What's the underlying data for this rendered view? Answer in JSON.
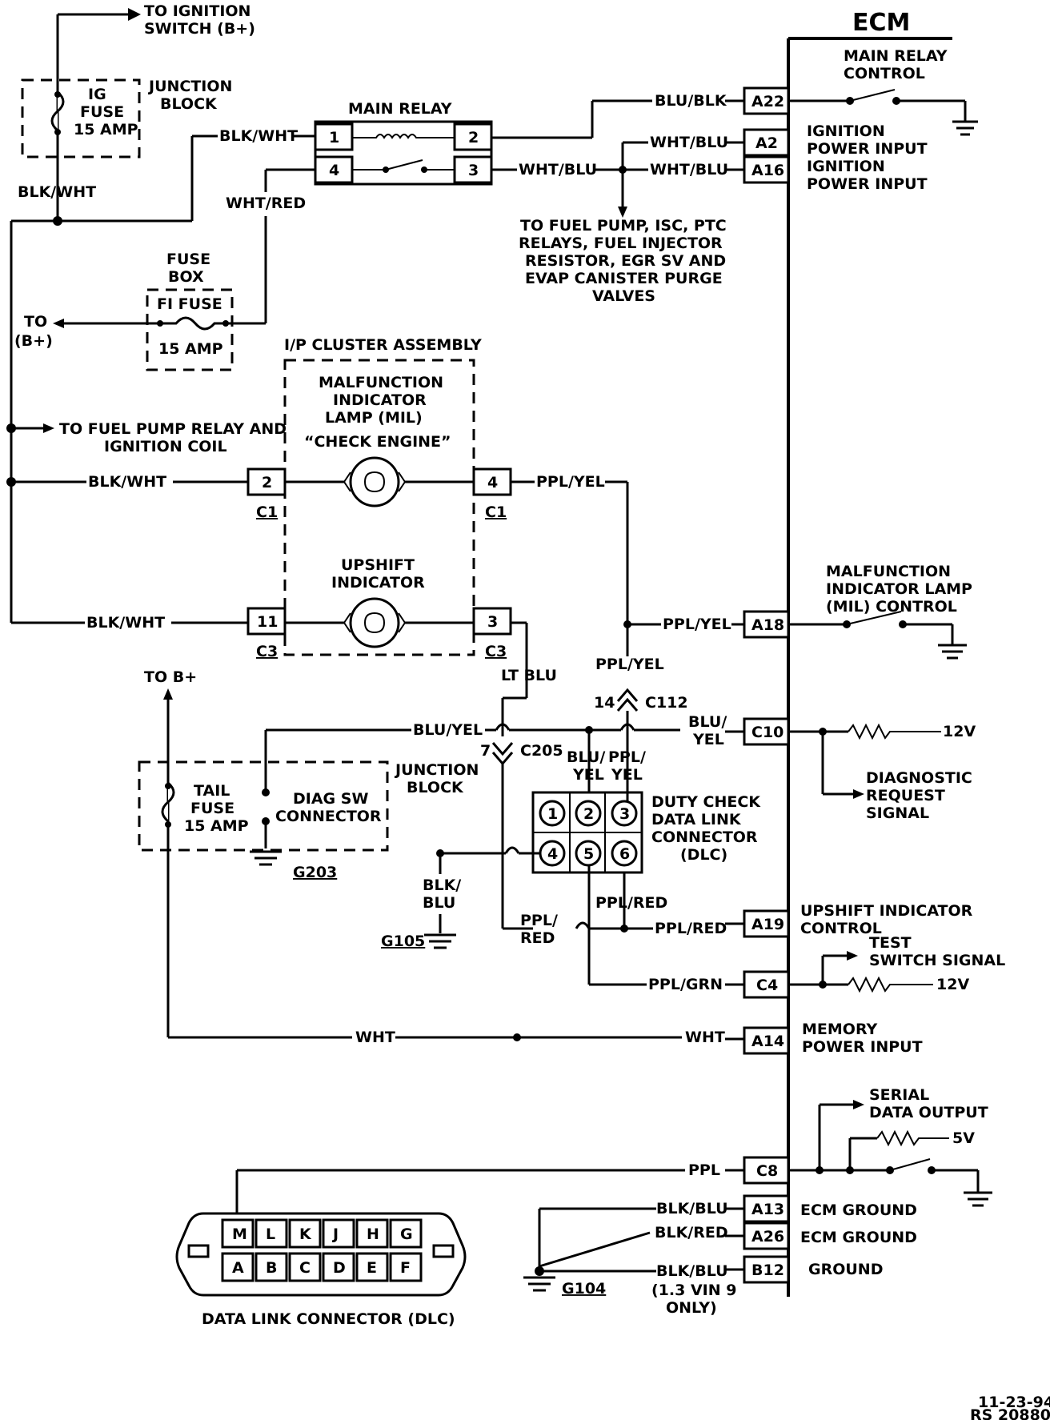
{
  "ecm": {
    "title": "ECM",
    "pins": {
      "A22": "A22",
      "A2": "A2",
      "A16": "A16",
      "A18": "A18",
      "C10": "C10",
      "A19": "A19",
      "C4": "C4",
      "A14": "A14",
      "C8": "C8",
      "A13": "A13",
      "A26": "A26",
      "B12": "B12"
    },
    "labels": {
      "main_relay_control": [
        "MAIN RELAY",
        "CONTROL"
      ],
      "ignition_power_1": [
        "IGNITION",
        "POWER INPUT"
      ],
      "ignition_power_2": [
        "IGNITION",
        "POWER INPUT"
      ],
      "mil_control": [
        "MALFUNCTION",
        "INDICATOR LAMP",
        "(MIL) CONTROL"
      ],
      "diag_request": [
        "DIAGNOSTIC",
        "REQUEST",
        "SIGNAL"
      ],
      "upshift_control": [
        "UPSHIFT INDICATOR",
        "CONTROL"
      ],
      "test_switch": [
        "TEST",
        "SWITCH SIGNAL"
      ],
      "memory_power": [
        "MEMORY",
        "POWER INPUT"
      ],
      "serial_data": [
        "SERIAL",
        "DATA OUTPUT"
      ],
      "ecm_ground_1": "ECM GROUND",
      "ecm_ground_2": "ECM GROUND",
      "ground": "GROUND",
      "v12_a": "12V",
      "v12_b": "12V",
      "v5": "5V"
    }
  },
  "top": {
    "to_ignition": [
      "TO IGNITION",
      "SWITCH (B+)"
    ],
    "junction_block": [
      "JUNCTION",
      "BLOCK"
    ],
    "ig_fuse": [
      "IG",
      "FUSE",
      "15 AMP"
    ],
    "main_relay": "MAIN RELAY",
    "relay_pins": [
      "1",
      "2",
      "4",
      "3"
    ],
    "fuse_box": [
      "FUSE",
      "BOX"
    ],
    "fi_fuse": "FI FUSE",
    "fi_amp": "15 AMP",
    "to_b": [
      "TO",
      "(B+)"
    ],
    "to_fuel_pump": [
      "TO FUEL PUMP, ISC, PTC",
      "RELAYS, FUEL INJECTOR",
      "RESISTOR, EGR SV AND",
      "EVAP CANISTER PURGE",
      "VALVES"
    ]
  },
  "wires": {
    "blk_wht": "BLK/WHT",
    "wht_red": "WHT/RED",
    "blu_blk": "BLU/BLK",
    "wht_blu": "WHT/BLU",
    "ppl_yel": "PPL/YEL",
    "lt_blu": "LT BLU",
    "blu_yel": "BLU/YEL",
    "blu_yel_split": [
      "BLU/",
      "YEL"
    ],
    "blu_yel_stack": [
      "BLU/",
      "YEL"
    ],
    "ppl_yel_stack": [
      "PPL/",
      "YEL"
    ],
    "blk_blu_stack": [
      "BLK/",
      "BLU"
    ],
    "ppl_red_stack": [
      "PPL/",
      "RED"
    ],
    "ppl_red": "PPL/RED",
    "ppl_grn": "PPL/GRN",
    "wht": "WHT",
    "ppl": "PPL",
    "blk_blu": "BLK/BLU",
    "blk_red": "BLK/RED",
    "vin_note": [
      "(1.3 VIN 9",
      "ONLY)"
    ]
  },
  "cluster": {
    "title": "I/P CLUSTER ASSEMBLY",
    "mil": [
      "MALFUNCTION",
      "INDICATOR",
      "LAMP (MIL)",
      "“CHECK ENGINE”"
    ],
    "upshift": [
      "UPSHIFT",
      "INDICATOR"
    ],
    "pins": [
      "2",
      "4",
      "11",
      "3"
    ],
    "connectors": [
      "C1",
      "C1",
      "C3",
      "C3"
    ],
    "to_fuel_pump_relay": [
      "TO FUEL PUMP RELAY AND",
      "IGNITION COIL"
    ]
  },
  "lower": {
    "to_b_plus": "TO B+",
    "junction_block": [
      "JUNCTION",
      "BLOCK"
    ],
    "tail_fuse": [
      "TAIL",
      "FUSE",
      "15 AMP"
    ],
    "diag_sw": [
      "DIAG SW",
      "CONNECTOR"
    ],
    "g203": "G203",
    "g105": "G105",
    "g104": "G104",
    "c112_num": "14",
    "c112": "C112",
    "c205_num": "7",
    "c205": "C205",
    "duty_check": [
      "DUTY CHECK",
      "DATA LINK",
      "CONNECTOR",
      "(DLC)"
    ],
    "duty_pins": [
      "1",
      "2",
      "3",
      "4",
      "5",
      "6"
    ],
    "dlc_top": [
      "M",
      "L",
      "K",
      "J",
      "H",
      "G"
    ],
    "dlc_bottom": [
      "A",
      "B",
      "C",
      "D",
      "E",
      "F"
    ],
    "dlc_label": "DATA LINK CONNECTOR (DLC)"
  },
  "footer": {
    "date": "11-23-94",
    "ref": "RS 20880"
  }
}
